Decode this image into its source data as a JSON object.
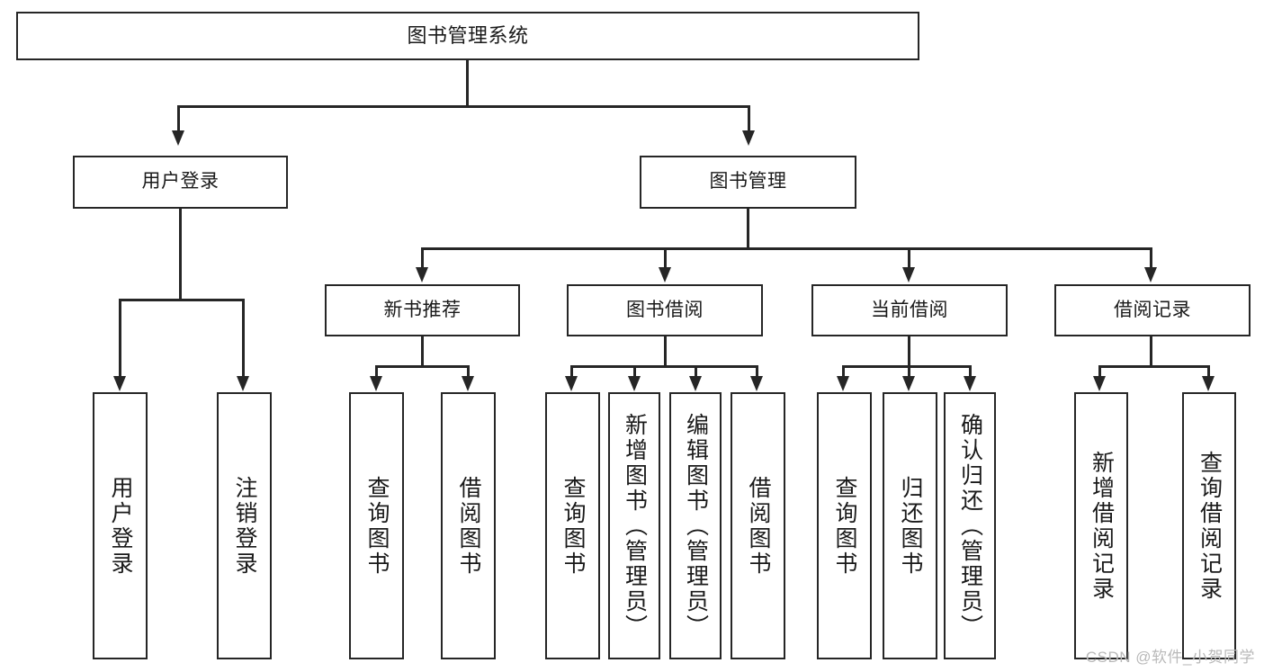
{
  "diagram": {
    "type": "tree-hierarchy-diagram",
    "title": "图书管理系统",
    "levels": 4,
    "root": {
      "label": "图书管理系统"
    },
    "level2": [
      {
        "label": "用户登录"
      },
      {
        "label": "图书管理"
      }
    ],
    "level3": [
      {
        "label": "新书推荐",
        "parent": "图书管理"
      },
      {
        "label": "图书借阅",
        "parent": "图书管理"
      },
      {
        "label": "当前借阅",
        "parent": "图书管理"
      },
      {
        "label": "借阅记录",
        "parent": "图书管理"
      }
    ],
    "leaves": {
      "user_login": [
        {
          "label": "用户登录"
        },
        {
          "label": "注销登录"
        }
      ],
      "new_book_recommend": [
        {
          "label": "查询图书"
        },
        {
          "label": "借阅图书"
        }
      ],
      "book_borrow": [
        {
          "label": "查询图书"
        },
        {
          "label": "新增图书（管理员）"
        },
        {
          "label": "编辑图书（管理员）"
        },
        {
          "label": "借阅图书"
        }
      ],
      "current_borrow": [
        {
          "label": "查询图书"
        },
        {
          "label": "归还图书"
        },
        {
          "label": "确认归还（管理员）"
        }
      ],
      "borrow_record": [
        {
          "label": "新增借阅记录"
        },
        {
          "label": "查询借阅记录"
        }
      ]
    }
  },
  "watermark": {
    "text": "CSDN @软件_小贺同学"
  },
  "colors": {
    "stroke": "#262626",
    "fill": "#ffffff",
    "text": "#1a1a1a",
    "watermark": "#b9b9b9"
  }
}
